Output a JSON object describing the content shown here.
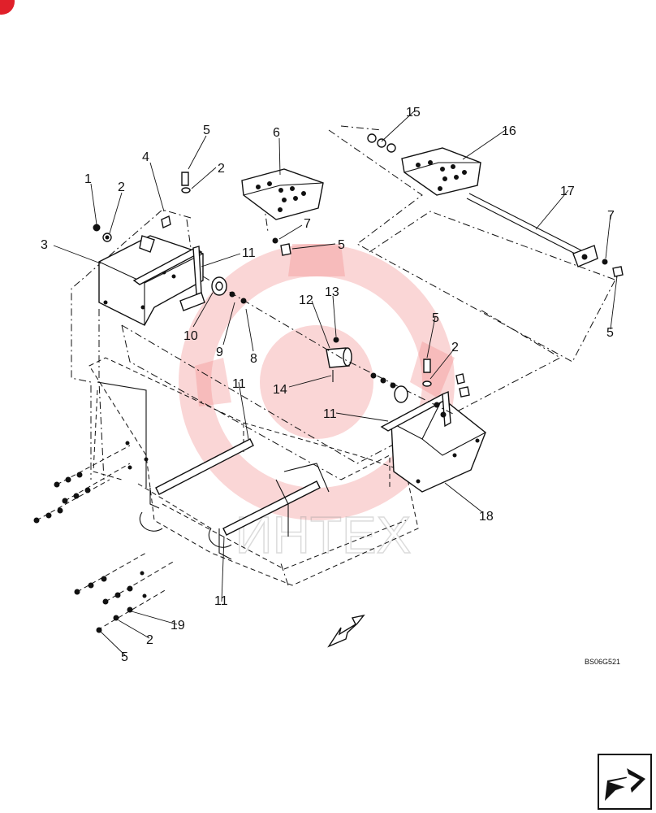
{
  "diagram": {
    "reference_code": "BS06G521",
    "watermark_text": "ИНТЕХ",
    "colors": {
      "line": "#111111",
      "watermark": "#f08a8a",
      "corner_dot": "#e0202a"
    },
    "callouts": [
      {
        "id": "c1",
        "label": "1"
      },
      {
        "id": "c2a",
        "label": "2"
      },
      {
        "id": "c3",
        "label": "3"
      },
      {
        "id": "c4",
        "label": "4"
      },
      {
        "id": "c5a",
        "label": "5"
      },
      {
        "id": "c2b",
        "label": "2"
      },
      {
        "id": "c6",
        "label": "6"
      },
      {
        "id": "c7a",
        "label": "7"
      },
      {
        "id": "c5b",
        "label": "5"
      },
      {
        "id": "c11a",
        "label": "11"
      },
      {
        "id": "c10",
        "label": "10"
      },
      {
        "id": "c9",
        "label": "9"
      },
      {
        "id": "c8",
        "label": "8"
      },
      {
        "id": "c12",
        "label": "12"
      },
      {
        "id": "c13",
        "label": "13"
      },
      {
        "id": "c14",
        "label": "14"
      },
      {
        "id": "c15",
        "label": "15"
      },
      {
        "id": "c16",
        "label": "16"
      },
      {
        "id": "c17",
        "label": "17"
      },
      {
        "id": "c7b",
        "label": "7"
      },
      {
        "id": "c5c",
        "label": "5"
      },
      {
        "id": "c5d",
        "label": "5"
      },
      {
        "id": "c2c",
        "label": "2"
      },
      {
        "id": "c11b",
        "label": "11"
      },
      {
        "id": "c11c",
        "label": "11"
      },
      {
        "id": "c18",
        "label": "18"
      },
      {
        "id": "c11d",
        "label": "11"
      },
      {
        "id": "c19",
        "label": "19"
      },
      {
        "id": "c2d",
        "label": "2"
      },
      {
        "id": "c5e",
        "label": "5"
      }
    ]
  },
  "navigation": {
    "next_page_icon": "arrow-next-icon"
  }
}
